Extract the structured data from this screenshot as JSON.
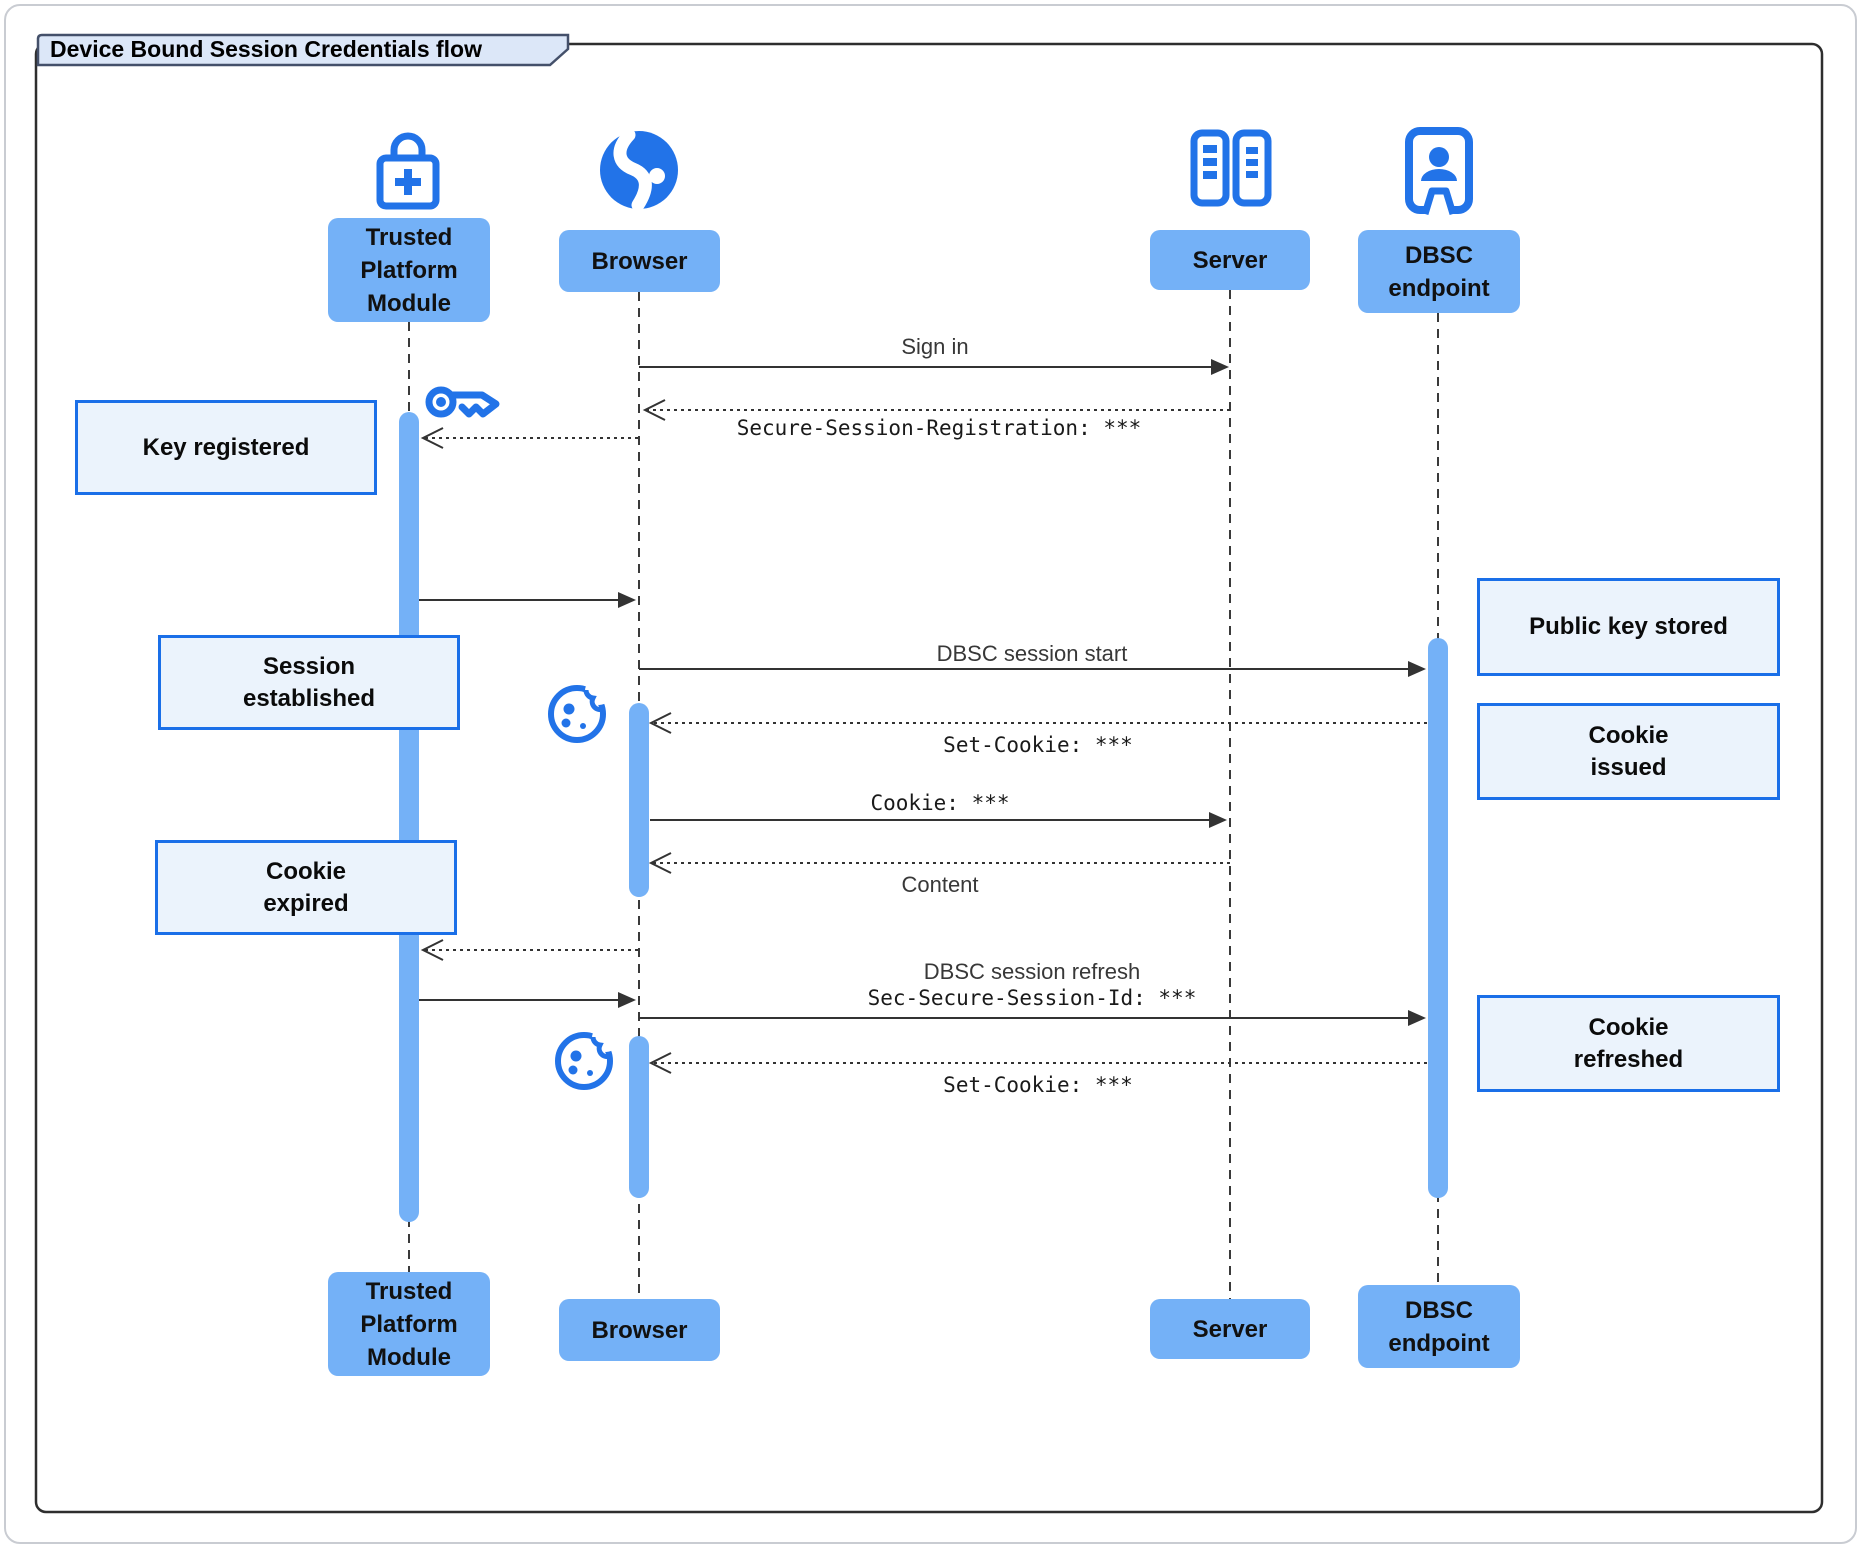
{
  "title": "Device Bound Session Credentials flow",
  "colors": {
    "accent": "#2273E8",
    "actor_fill": "#74B1F7",
    "activation_fill": "#74B1F7",
    "note_fill": "#EBF3FC",
    "note_border": "#1A6FE8",
    "line": "#333333",
    "title_fill": "#DCE7F8"
  },
  "icons": {
    "tpm": "lock-plus-icon",
    "browser": "globe-icon",
    "server": "server-rack-icon",
    "dbsc": "id-badge-icon",
    "key": "key-icon",
    "cookie": "cookie-icon"
  },
  "actors": {
    "tpm": {
      "label": "Trusted\nPlatform\nModule"
    },
    "browser": {
      "label": "Browser"
    },
    "server": {
      "label": "Server"
    },
    "dbsc": {
      "label": "DBSC\nendpoint"
    }
  },
  "notes": {
    "key_registered": "Key registered",
    "session_established": "Session\nestablished",
    "cookie_expired": "Cookie\nexpired",
    "public_key_stored": "Public key stored",
    "cookie_issued": "Cookie\nissued",
    "cookie_refreshed": "Cookie\nrefreshed"
  },
  "messages": {
    "sign_in": "Sign in",
    "secure_session_registration": "Secure-Session-Registration: ***",
    "dbsc_session_start": "DBSC session start",
    "set_cookie_1": "Set-Cookie: ***",
    "cookie": "Cookie: ***",
    "content": "Content",
    "dbsc_session_refresh": "DBSC session refresh",
    "sec_secure_session_id": "Sec-Secure-Session-Id: ***",
    "set_cookie_2": "Set-Cookie: ***"
  }
}
